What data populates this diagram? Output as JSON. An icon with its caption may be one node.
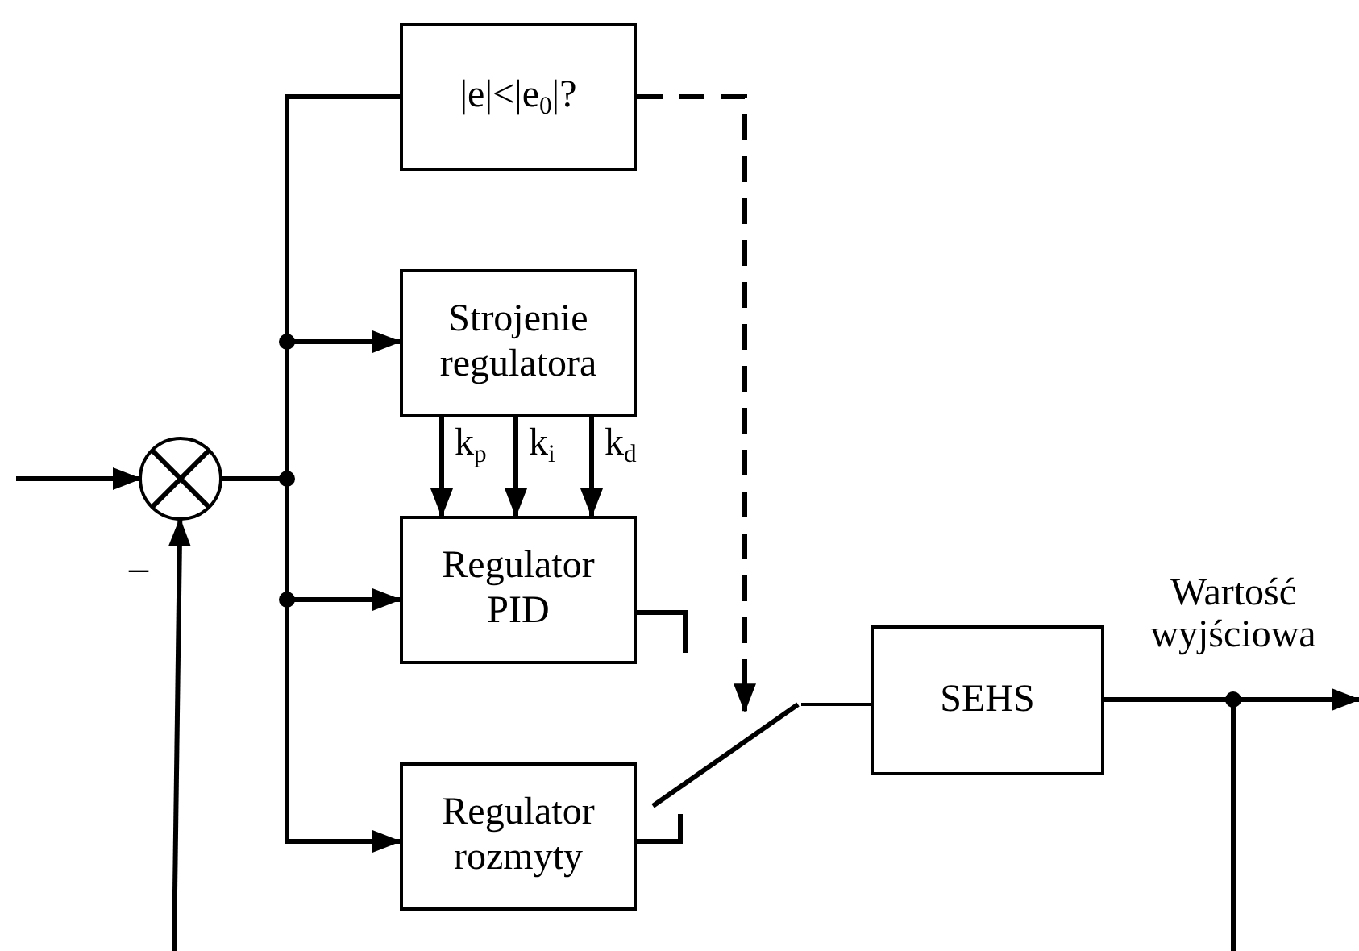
{
  "diagram": {
    "nodes": [
      {
        "text": [],
        "shape": "circle",
        "beside": [
          "–"
        ]
      },
      {
        "text": [
          "|e|<|e$_{0}$|?"
        ]
      },
      {
        "text": [
          "Strojenie regulatora"
        ]
      },
      {
        "text": [
          "Regulator PID"
        ]
      },
      {
        "text": [
          "SEHS"
        ]
      },
      {
        "text": [
          "Regulator rozmyty"
        ]
      },
      {
        "text": [],
        "shape": "switch"
      }
    ],
    "edges": [
      {
        "from": null,
        "to": 0,
        "arrow": "to"
      },
      {
        "from": null,
        "to": 0,
        "arrow": "to"
      },
      {
        "from": 0,
        "to": 1,
        "arrow": "none"
      },
      {
        "from": 0,
        "to": 2,
        "arrow": "to"
      },
      {
        "from": 0,
        "to": 3,
        "arrow": "to"
      },
      {
        "from": 0,
        "to": 5,
        "arrow": "to"
      },
      {
        "from": 2,
        "to": 3,
        "arrow": "to",
        "label": "k$_{p}$"
      },
      {
        "from": 2,
        "to": 3,
        "arrow": "to",
        "label": "k$_{i}$"
      },
      {
        "from": 2,
        "to": 3,
        "arrow": "to",
        "label": "k$_{d}$"
      },
      {
        "from": 1,
        "to": 6,
        "arrow": "to",
        "style": "dashed"
      },
      {
        "from": 3,
        "to": 6,
        "arrow": "none"
      },
      {
        "from": 5,
        "to": 6,
        "arrow": "none"
      },
      {
        "from": 6,
        "to": 4,
        "arrow": "none"
      },
      {
        "from": 4,
        "to": null,
        "arrow": "to",
        "label": "Wartość wyjściowa"
      },
      {
        "from": 4,
        "to": null,
        "arrow": "none"
      }
    ]
  }
}
